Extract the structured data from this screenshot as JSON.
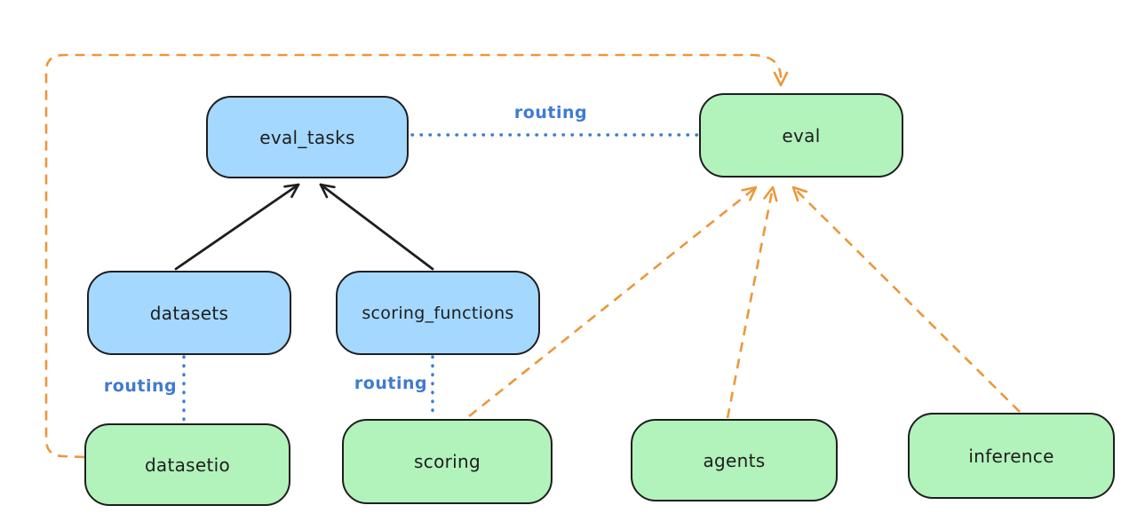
{
  "diagram": {
    "nodes": {
      "eval_tasks": {
        "label": "eval_tasks",
        "color": "blue"
      },
      "eval": {
        "label": "eval",
        "color": "green"
      },
      "datasets": {
        "label": "datasets",
        "color": "blue"
      },
      "scoring_functions": {
        "label": "scoring_functions",
        "color": "blue"
      },
      "datasetio": {
        "label": "datasetio",
        "color": "green"
      },
      "scoring": {
        "label": "scoring",
        "color": "green"
      },
      "agents": {
        "label": "agents",
        "color": "green"
      },
      "inference": {
        "label": "inference",
        "color": "green"
      }
    },
    "edges": [
      {
        "id": "datasets-to-eval_tasks",
        "from": "datasets",
        "to": "eval_tasks",
        "style": "solid-arrow",
        "label": ""
      },
      {
        "id": "scoring_functions-to-eval_tasks",
        "from": "scoring_functions",
        "to": "eval_tasks",
        "style": "solid-arrow",
        "label": ""
      },
      {
        "id": "eval_tasks-to-eval",
        "from": "eval_tasks",
        "to": "eval",
        "style": "dotted",
        "label": "routing"
      },
      {
        "id": "datasets-to-datasetio",
        "from": "datasets",
        "to": "datasetio",
        "style": "dotted",
        "label": "routing"
      },
      {
        "id": "scoring_functions-to-scoring",
        "from": "scoring_functions",
        "to": "scoring",
        "style": "dotted",
        "label": "routing"
      },
      {
        "id": "datasetio-to-eval",
        "from": "datasetio",
        "to": "eval",
        "style": "dashed-arrow",
        "label": ""
      },
      {
        "id": "scoring-to-eval",
        "from": "scoring",
        "to": "eval",
        "style": "dashed-arrow",
        "label": ""
      },
      {
        "id": "agents-to-eval",
        "from": "agents",
        "to": "eval",
        "style": "dashed-arrow",
        "label": ""
      },
      {
        "id": "inference-to-eval",
        "from": "inference",
        "to": "eval",
        "style": "dashed-arrow",
        "label": ""
      }
    ],
    "colors": {
      "blue_fill": "#a5d8ff",
      "green_fill": "#b2f2bb",
      "stroke": "#1e1e1e",
      "orange": "#ec973a",
      "blue_line": "#3f7bd2",
      "bg": "#ffffff"
    }
  }
}
